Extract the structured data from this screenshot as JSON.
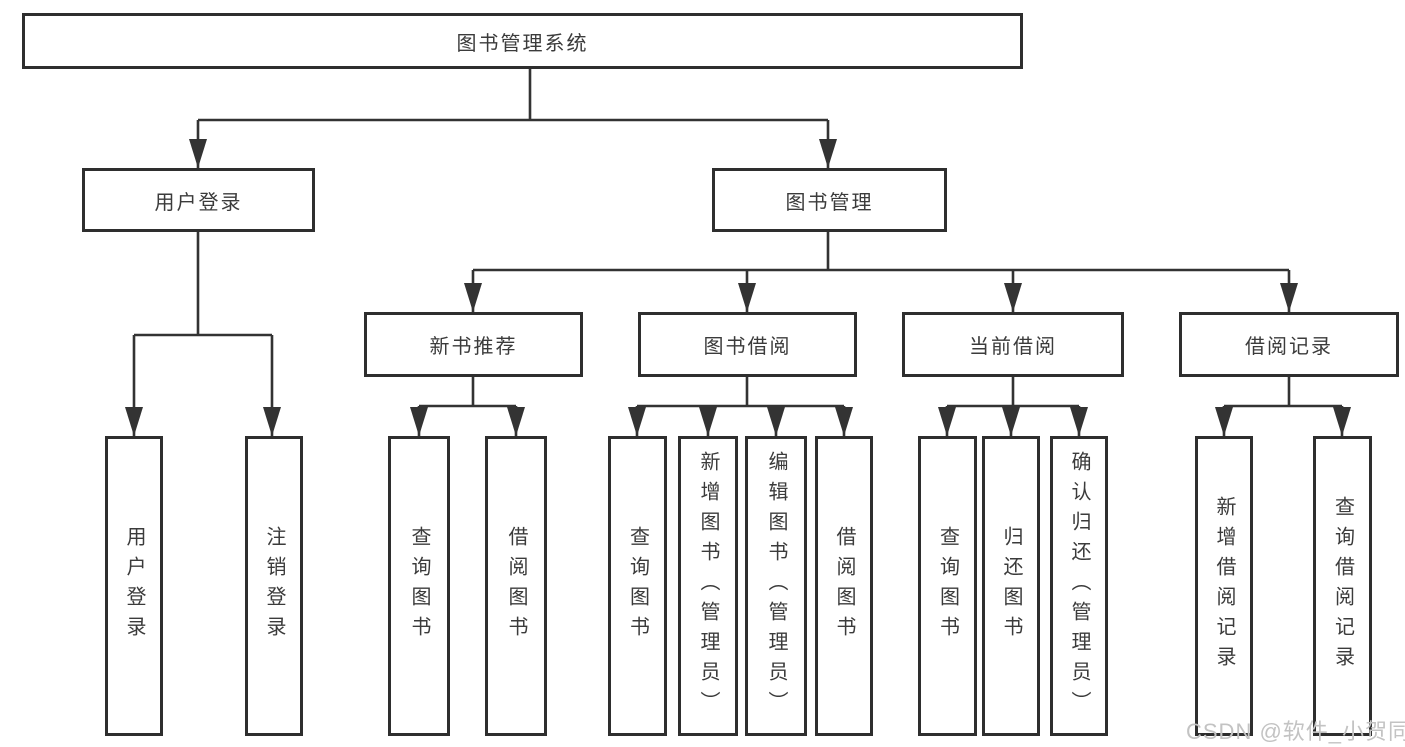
{
  "diagram": {
    "root": "图书管理系统",
    "l2": [
      "用户登录",
      "图书管理"
    ],
    "l3": [
      "新书推荐",
      "图书借阅",
      "当前借阅",
      "借阅记录"
    ],
    "leaves_user": [
      "用户登录",
      "注销登录"
    ],
    "leaves_newbook": [
      "查询图书",
      "借阅图书"
    ],
    "leaves_borrow": [
      "查询图书",
      "新增图书（管理员）",
      "编辑图书（管理员）",
      "借阅图书"
    ],
    "leaves_current": [
      "查询图书",
      "归还图书",
      "确认归还（管理员）"
    ],
    "leaves_record": [
      "新增借阅记录",
      "查询借阅记录"
    ]
  },
  "watermark": "CSDN @软件_小贺同学",
  "colors": {
    "line": "#333333",
    "border": "#2e2e2e",
    "text": "#3b3b3b",
    "watermark": "#c3c3c3",
    "background": "#ffffff"
  }
}
